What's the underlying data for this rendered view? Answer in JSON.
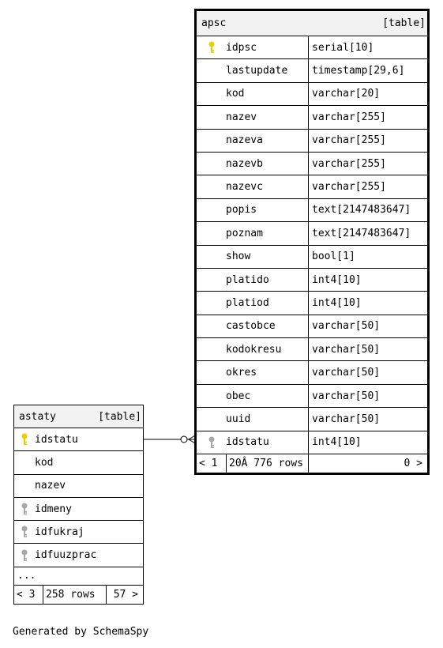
{
  "apsc": {
    "name": "apsc",
    "kind": "[table]",
    "columns": [
      {
        "name": "idpsc",
        "type": "serial[10]",
        "key": "primary"
      },
      {
        "name": "lastupdate",
        "type": "timestamp[29,6]",
        "key": "none"
      },
      {
        "name": "kod",
        "type": "varchar[20]",
        "key": "none"
      },
      {
        "name": "nazev",
        "type": "varchar[255]",
        "key": "none"
      },
      {
        "name": "nazeva",
        "type": "varchar[255]",
        "key": "none"
      },
      {
        "name": "nazevb",
        "type": "varchar[255]",
        "key": "none"
      },
      {
        "name": "nazevc",
        "type": "varchar[255]",
        "key": "none"
      },
      {
        "name": "popis",
        "type": "text[2147483647]",
        "key": "none"
      },
      {
        "name": "poznam",
        "type": "text[2147483647]",
        "key": "none"
      },
      {
        "name": "show",
        "type": "bool[1]",
        "key": "none"
      },
      {
        "name": "platido",
        "type": "int4[10]",
        "key": "none"
      },
      {
        "name": "platiod",
        "type": "int4[10]",
        "key": "none"
      },
      {
        "name": "castobce",
        "type": "varchar[50]",
        "key": "none"
      },
      {
        "name": "kodokresu",
        "type": "varchar[50]",
        "key": "none"
      },
      {
        "name": "okres",
        "type": "varchar[50]",
        "key": "none"
      },
      {
        "name": "obec",
        "type": "varchar[50]",
        "key": "none"
      },
      {
        "name": "uuid",
        "type": "varchar[50]",
        "key": "none"
      },
      {
        "name": "idstatu",
        "type": "int4[10]",
        "key": "foreign"
      }
    ],
    "footer": {
      "parents": "< 1",
      "rows": "20Â 776 rows",
      "children": "0 >"
    }
  },
  "astaty": {
    "name": "astaty",
    "kind": "[table]",
    "columns": [
      {
        "name": "idstatu",
        "key": "primary"
      },
      {
        "name": "kod",
        "key": "none"
      },
      {
        "name": "nazev",
        "key": "none"
      },
      {
        "name": "idmeny",
        "key": "foreign"
      },
      {
        "name": "idfukraj",
        "key": "foreign"
      },
      {
        "name": "idfuuzprac",
        "key": "foreign"
      }
    ],
    "ellipsis": "...",
    "footer": {
      "parents": "< 3",
      "rows": "258 rows",
      "children": "57 >"
    }
  },
  "colors": {
    "primary_key": "#e8d000",
    "foreign_key": "#a8a8a8",
    "header_bg": "#f2f2f2"
  },
  "generated_by": "Generated by SchemaSpy"
}
